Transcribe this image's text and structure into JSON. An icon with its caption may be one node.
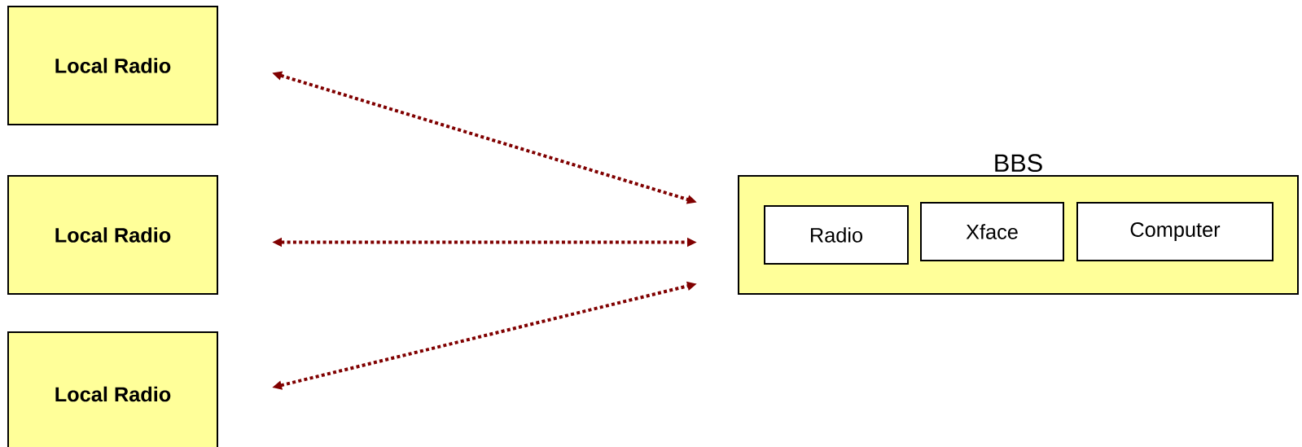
{
  "diagram": {
    "nodes": [
      {
        "text": [
          "Local Radio"
        ]
      },
      {
        "text": [
          "Local Radio"
        ]
      },
      {
        "text": [
          "Local Radio"
        ]
      },
      {
        "text": [
          "BBS"
        ]
      },
      {
        "text": [
          "Radio"
        ],
        "in": 3
      },
      {
        "text": [
          "Xface"
        ],
        "in": 3
      },
      {
        "text": [
          "Computer"
        ],
        "in": 3
      }
    ],
    "edges": [
      {
        "from": 0,
        "to": 3,
        "arrow": "both",
        "style": "dashed",
        "color": "#800000"
      },
      {
        "from": 1,
        "to": 3,
        "arrow": "both",
        "style": "dashed",
        "color": "#800000"
      },
      {
        "from": 2,
        "to": 3,
        "arrow": "both",
        "style": "dashed",
        "color": "#800000"
      }
    ]
  }
}
